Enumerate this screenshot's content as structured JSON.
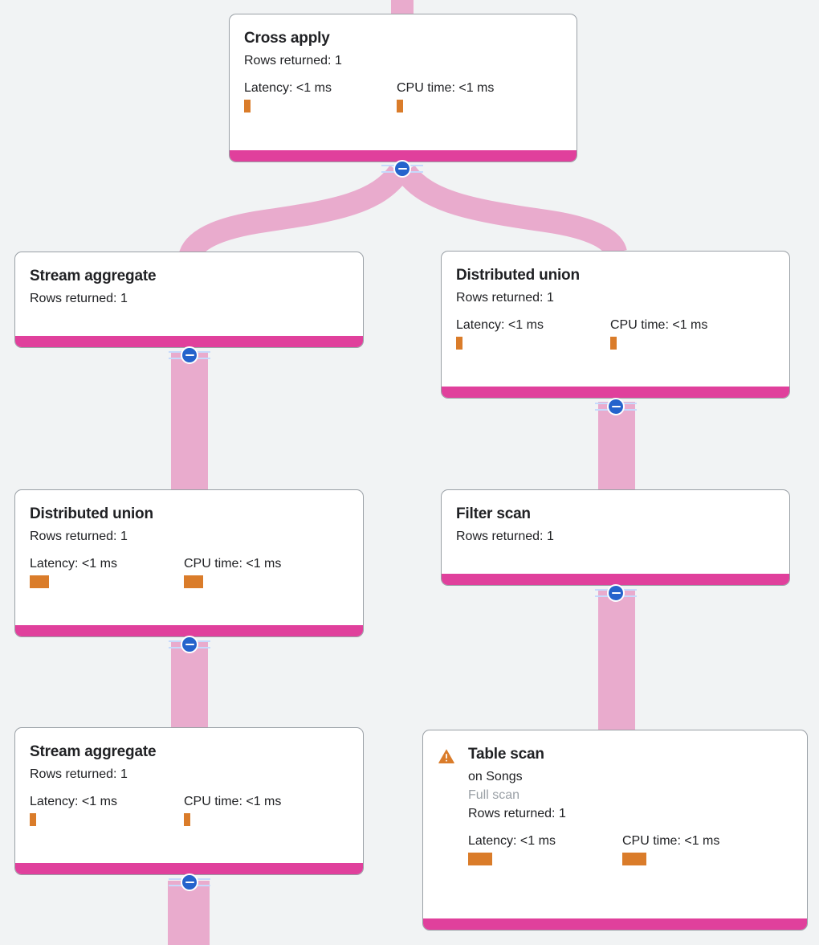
{
  "app": {
    "view_name": "query-execution-plan",
    "background_color": "#f1f3f4"
  },
  "theme": {
    "card_background": "#ffffff",
    "card_border": "#9aa0a6",
    "footer_bar": "#e0409c",
    "edge_connector": "#e9abcd",
    "metric_bar": "#da7c2a",
    "toggle_knob": "#2563cc",
    "toggle_lines": "#c6dafc",
    "warning": "#da7c2a",
    "text_primary": "#202124",
    "text_muted": "#9aa0a6"
  },
  "labels": {
    "rows_returned_prefix": "Rows returned:",
    "latency_prefix": "Latency:",
    "cpu_prefix": "CPU time:",
    "collapse_toggle": "Collapse node"
  },
  "nodes": [
    {
      "id": "cross-apply",
      "title": "Cross apply",
      "rows_returned": "Rows returned: 1",
      "latency": "Latency: <1 ms",
      "cpu": "CPU time: <1 ms",
      "latency_bar_width": 8,
      "cpu_bar_width": 8,
      "warning": false,
      "subtitle": null,
      "scan_type": null
    },
    {
      "id": "stream-aggregate-top",
      "title": "Stream aggregate",
      "rows_returned": "Rows returned: 1",
      "latency": null,
      "cpu": null,
      "latency_bar_width": 0,
      "cpu_bar_width": 0,
      "warning": false,
      "subtitle": null,
      "scan_type": null
    },
    {
      "id": "distributed-union-right",
      "title": "Distributed union",
      "rows_returned": "Rows returned: 1",
      "latency": "Latency: <1 ms",
      "cpu": "CPU time: <1 ms",
      "latency_bar_width": 8,
      "cpu_bar_width": 8,
      "warning": false,
      "subtitle": null,
      "scan_type": null
    },
    {
      "id": "distributed-union-left",
      "title": "Distributed union",
      "rows_returned": "Rows returned: 1",
      "latency": "Latency: <1 ms",
      "cpu": "CPU time: <1 ms",
      "latency_bar_width": 24,
      "cpu_bar_width": 24,
      "warning": false,
      "subtitle": null,
      "scan_type": null
    },
    {
      "id": "filter-scan",
      "title": "Filter scan",
      "rows_returned": "Rows returned: 1",
      "latency": null,
      "cpu": null,
      "latency_bar_width": 0,
      "cpu_bar_width": 0,
      "warning": false,
      "subtitle": null,
      "scan_type": null
    },
    {
      "id": "stream-aggregate-bottom",
      "title": "Stream aggregate",
      "rows_returned": "Rows returned: 1",
      "latency": "Latency: <1 ms",
      "cpu": "CPU time: <1 ms",
      "latency_bar_width": 8,
      "cpu_bar_width": 8,
      "warning": false,
      "subtitle": null,
      "scan_type": null
    },
    {
      "id": "table-scan",
      "title": "Table scan",
      "rows_returned": "Rows returned: 1",
      "latency": "Latency: <1 ms",
      "cpu": "CPU time: <1 ms",
      "latency_bar_width": 30,
      "cpu_bar_width": 30,
      "warning": true,
      "subtitle": "on Songs",
      "scan_type": "Full scan"
    }
  ]
}
